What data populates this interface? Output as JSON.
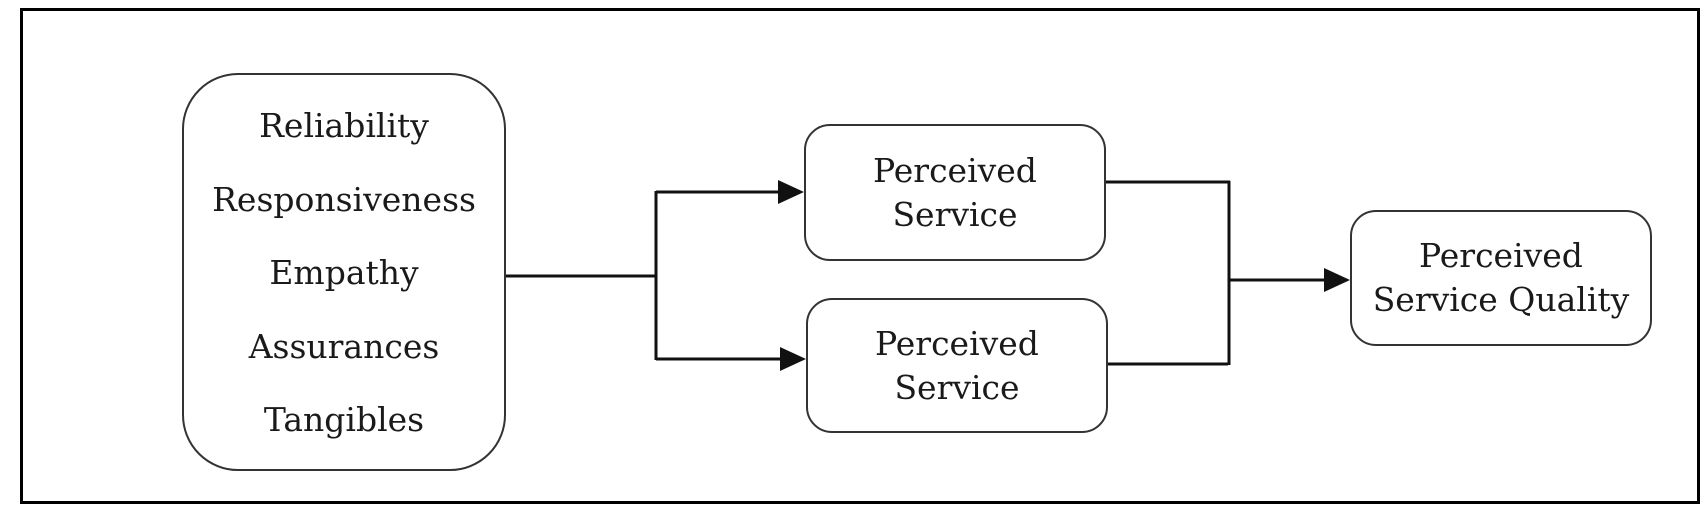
{
  "diagram": {
    "dimensions_box": {
      "items": [
        "Reliability",
        "Responsiveness",
        "Empathy",
        "Assurances",
        "Tangibles"
      ]
    },
    "service_box_top": {
      "line1": "Perceived",
      "line2": "Service"
    },
    "service_box_bottom": {
      "line1": "Perceived",
      "line2": "Service"
    },
    "quality_box": {
      "line1": "Perceived",
      "line2": "Service Quality"
    }
  }
}
